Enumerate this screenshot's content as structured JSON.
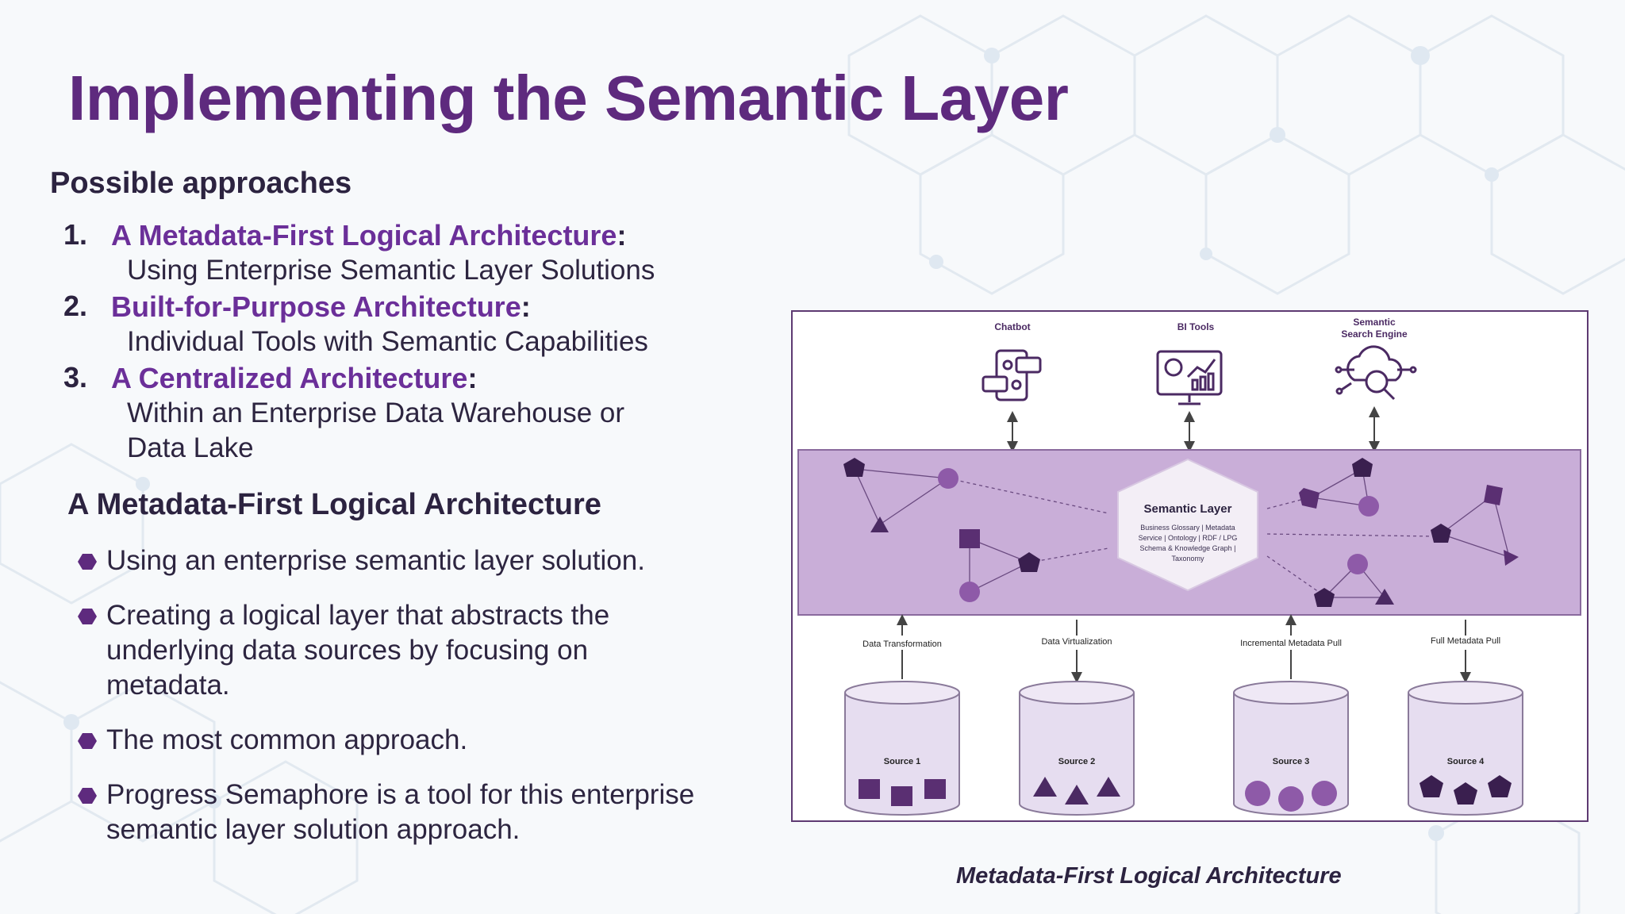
{
  "slide": {
    "title": "Implementing the Semantic Layer",
    "subtitle": "Possible approaches",
    "approaches": [
      {
        "number": "1.",
        "name": "A Metadata-First Logical Architecture",
        "colon": ":",
        "description": "Using Enterprise Semantic Layer Solutions"
      },
      {
        "number": "2.",
        "name": "Built-for-Purpose Architecture",
        "colon": ":",
        "description": "Individual Tools with Semantic Capabilities"
      },
      {
        "number": "3.",
        "name": "A Centralized Architecture",
        "colon": ":",
        "description": "Within an Enterprise Data Warehouse or\nData Lake"
      }
    ],
    "section_heading": "A Metadata-First Logical Architecture",
    "bullets": [
      "Using an enterprise semantic layer solution.",
      "Creating a logical layer that abstracts the underlying data sources by focusing on metadata.",
      "The most common approach.",
      "Progress Semaphore is a tool for this enterprise semantic layer solution approach."
    ],
    "caption": "Metadata-First Logical Architecture"
  },
  "diagram": {
    "consumers": [
      {
        "label": "Chatbot",
        "icon": "chatbot-icon"
      },
      {
        "label": "BI Tools",
        "icon": "bi-tools-icon"
      },
      {
        "label_line1": "Semantic",
        "label_line2": "Search Engine",
        "icon": "semantic-search-icon"
      }
    ],
    "semantic_layer": {
      "title": "Semantic Layer",
      "details": [
        "Business Glossary | Metadata",
        "Service | Ontology | RDF / LPG",
        "Schema & Knowledge Graph |",
        "Taxonomy"
      ]
    },
    "flows": [
      "Data Transformation",
      "Data Virtualization",
      "Incremental Metadata Pull",
      "Full Metadata Pull"
    ],
    "sources": [
      "Source 1",
      "Source 2",
      "Source 3",
      "Source 4"
    ]
  },
  "colors": {
    "title": "#5e2a7e",
    "accent": "#6b2f99",
    "layer_band": "#c9aed8",
    "shape_dark": "#3a1f4f",
    "shape_mid": "#6a3a86",
    "shape_light": "#8e5aa8",
    "cylinder_fill": "#e6ddf0"
  }
}
